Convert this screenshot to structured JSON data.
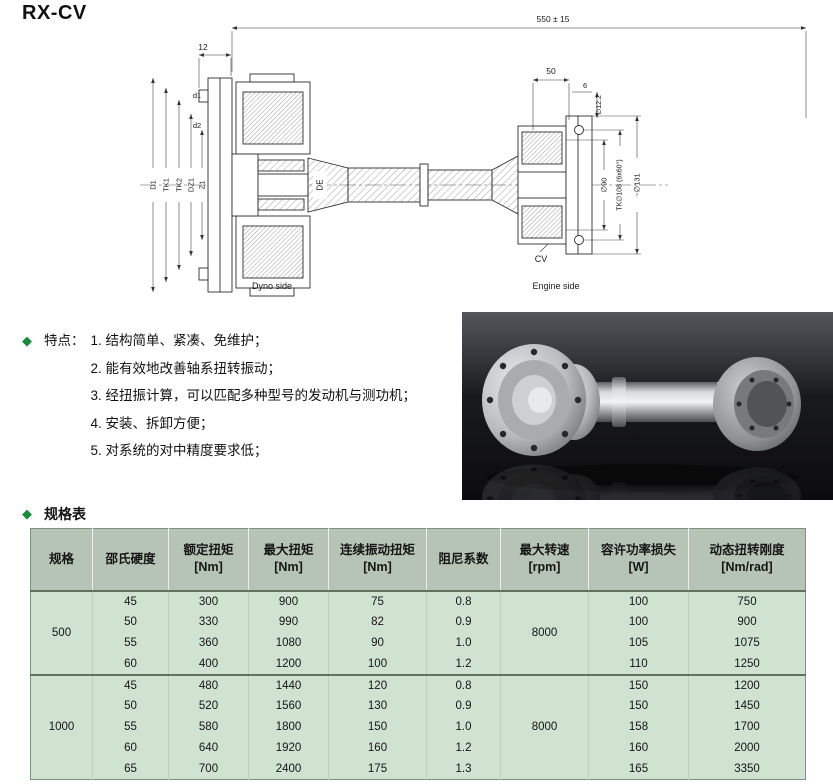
{
  "title": "RX-CV",
  "icons": {
    "diamond": "◆"
  },
  "colors": {
    "accent_green": "#1c8a3e",
    "table_header_bg": "#b6c4b6",
    "table_body_bg": "#d0e2d0"
  },
  "drawing": {
    "dim_overall": "550 ± 15",
    "dim_flange_width": "12",
    "dim_cv_width": "50",
    "dim_6": "6",
    "dim_bolt_dia": "∅12.2",
    "label_d1": "d1",
    "label_d2": "d2",
    "label_D1": "D1",
    "label_TK1": "TK1",
    "label_TK2": "TK2",
    "label_DZ1": "DZ1",
    "label_Z1": "Z1",
    "label_DE": "DE",
    "dia_90": "∅90",
    "tk_108": "TK∅108 (6x60°)",
    "dia_131": "~∅131",
    "label_cv": "CV",
    "dyno_side": "Dyno side",
    "engine_side": "Engine side"
  },
  "features": {
    "heading": "特点：",
    "items": [
      "1. 结构简单、紧凑、免维护；",
      "2. 能有效地改善轴系扭转振动；",
      "3. 经扭振计算，可以匹配多种型号的发动机与测功机；",
      "4. 安装、拆卸方便；",
      "5. 对系统的对中精度要求低；"
    ]
  },
  "spec": {
    "heading": "规格表",
    "columns": [
      {
        "label": "规格",
        "unit": ""
      },
      {
        "label": "邵氏硬度",
        "unit": ""
      },
      {
        "label": "额定扭矩",
        "unit": "[Nm]"
      },
      {
        "label": "最大扭矩",
        "unit": "[Nm]"
      },
      {
        "label": "连续振动扭矩",
        "unit": "[Nm]"
      },
      {
        "label": "阻尼系数",
        "unit": ""
      },
      {
        "label": "最大转速",
        "unit": "[rpm]"
      },
      {
        "label": "容许功率损失",
        "unit": "[W]"
      },
      {
        "label": "动态扭转刚度",
        "unit": "[Nm/rad]"
      }
    ],
    "groups": [
      {
        "size": "500",
        "max_speed": "8000",
        "rows": [
          {
            "hardness": "45",
            "rated_torque": "300",
            "max_torque": "900",
            "vib_torque": "75",
            "damping": "0.8",
            "power_loss": "100",
            "stiffness": "750"
          },
          {
            "hardness": "50",
            "rated_torque": "330",
            "max_torque": "990",
            "vib_torque": "82",
            "damping": "0.9",
            "power_loss": "100",
            "stiffness": "900"
          },
          {
            "hardness": "55",
            "rated_torque": "360",
            "max_torque": "1080",
            "vib_torque": "90",
            "damping": "1.0",
            "power_loss": "105",
            "stiffness": "1075"
          },
          {
            "hardness": "60",
            "rated_torque": "400",
            "max_torque": "1200",
            "vib_torque": "100",
            "damping": "1.2",
            "power_loss": "110",
            "stiffness": "1250"
          }
        ]
      },
      {
        "size": "1000",
        "max_speed": "8000",
        "rows": [
          {
            "hardness": "45",
            "rated_torque": "480",
            "max_torque": "1440",
            "vib_torque": "120",
            "damping": "0.8",
            "power_loss": "150",
            "stiffness": "1200"
          },
          {
            "hardness": "50",
            "rated_torque": "520",
            "max_torque": "1560",
            "vib_torque": "130",
            "damping": "0.9",
            "power_loss": "150",
            "stiffness": "1450"
          },
          {
            "hardness": "55",
            "rated_torque": "580",
            "max_torque": "1800",
            "vib_torque": "150",
            "damping": "1.0",
            "power_loss": "158",
            "stiffness": "1700"
          },
          {
            "hardness": "60",
            "rated_torque": "640",
            "max_torque": "1920",
            "vib_torque": "160",
            "damping": "1.2",
            "power_loss": "160",
            "stiffness": "2000"
          },
          {
            "hardness": "65",
            "rated_torque": "700",
            "max_torque": "2400",
            "vib_torque": "175",
            "damping": "1.3",
            "power_loss": "165",
            "stiffness": "3350"
          }
        ]
      }
    ]
  }
}
